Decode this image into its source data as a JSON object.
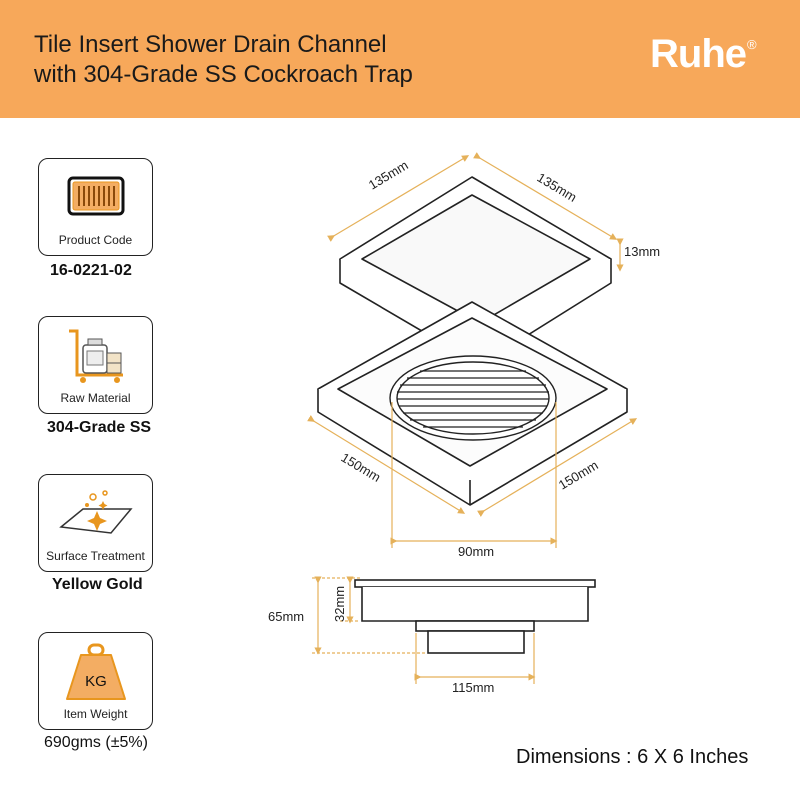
{
  "header": {
    "title_line1": "Tile Insert Shower Drain Channel",
    "title_line2": "with 304-Grade SS Cockroach Trap",
    "brand": "Ruhe",
    "brand_mark": "®"
  },
  "specs": [
    {
      "caption": "Product Code",
      "value": "16-0221-02",
      "icon": "drain-grate-icon"
    },
    {
      "caption": "Raw Material",
      "value": "304-Grade SS",
      "icon": "material-cart-icon"
    },
    {
      "caption": "Surface Treatment",
      "value": "Yellow Gold",
      "icon": "sparkle-surface-icon"
    },
    {
      "caption": "Item Weight",
      "value": "690gms (±5%)",
      "icon": "kg-weight-icon",
      "icon_text": "KG"
    }
  ],
  "dimensions": {
    "top_left": "135mm",
    "top_right": "135mm",
    "top_height": "13mm",
    "base_left": "150mm",
    "base_right": "150mm",
    "grate": "90mm",
    "side_total": "65mm",
    "side_upper": "32mm",
    "side_bottom": "115mm"
  },
  "footer": {
    "label": "Dimensions : 6 X 6 Inches"
  },
  "colors": {
    "banner": "#F7A85A",
    "accent": "#E8961E",
    "dim_line": "#E5B15A"
  }
}
